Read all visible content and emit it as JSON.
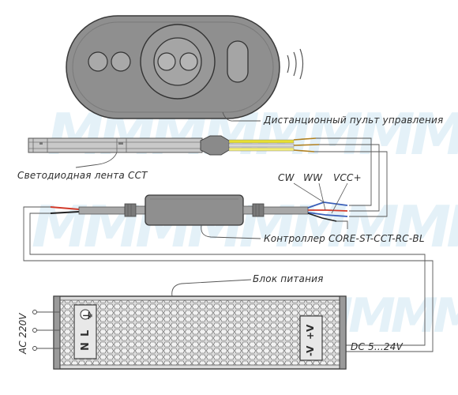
{
  "labels": {
    "remote": "Дистанционный пульт управления",
    "strip": "Светодиодная лента CCT",
    "cw": "CW",
    "ww": "WW",
    "vcc": "VCC+",
    "controller": "Контроллер  CORE-ST-CCT-RC-BL",
    "psu": "Блок питания",
    "ac": "AC 220V",
    "dc": "DC 5...24V"
  },
  "psu_markings": {
    "n": "N",
    "l": "L",
    "ground": "⏚",
    "vminus": "-V",
    "vplus": "+V"
  },
  "watermark": "MMMMMMMMMMM",
  "colors": {
    "device_fill": "#8f8f8f",
    "device_dark": "#6f6f6f",
    "wire_yellow": "#e8e030",
    "wire_red": "#d23a2a",
    "wire_blue": "#3a5fb8",
    "line": "#444444",
    "watermark": "#cfe6f3"
  }
}
